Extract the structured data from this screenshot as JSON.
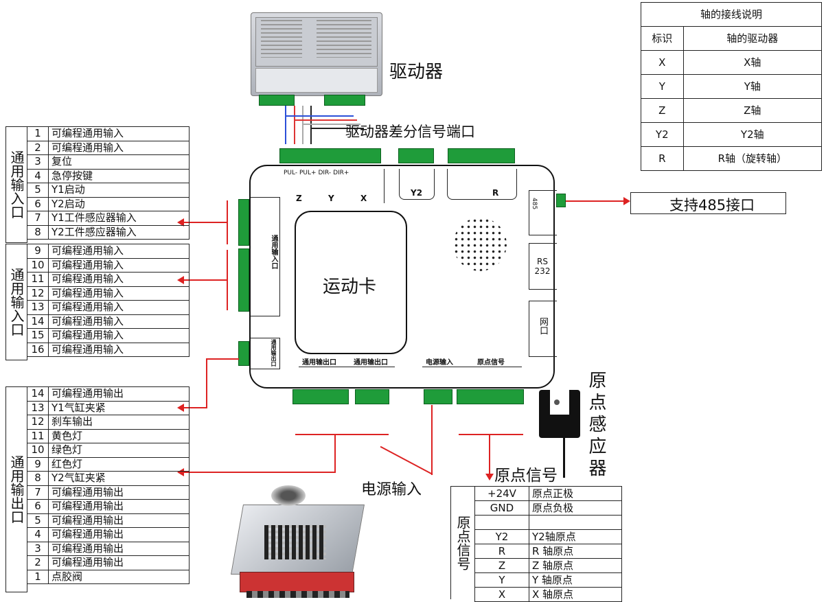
{
  "labels": {
    "driver": "驱动器",
    "diff_port": "驱动器差分信号端口",
    "motion_card": "运动卡",
    "rs485_support": "支持485接口",
    "power_input": "电源输入",
    "origin_signal": "原点信号",
    "origin_sensor": "原点感应器",
    "rs232": "RS 232",
    "net_port": "网口",
    "port_485": "485",
    "general_input_port": "通用输入口",
    "general_output_port": "通用输出口",
    "power_input_small": "电源输入",
    "origin_signal_small": "原点信号"
  },
  "input_table_1": {
    "side_label": "通用输入口",
    "rows": [
      {
        "n": "1",
        "t": "可编程通用输入"
      },
      {
        "n": "2",
        "t": "可编程通用输入"
      },
      {
        "n": "3",
        "t": "复位"
      },
      {
        "n": "4",
        "t": "急停按键"
      },
      {
        "n": "5",
        "t": "Y1启动"
      },
      {
        "n": "6",
        "t": "Y2启动"
      },
      {
        "n": "7",
        "t": "Y1工件感应器输入"
      },
      {
        "n": "8",
        "t": "Y2工件感应器输入"
      }
    ]
  },
  "input_table_2": {
    "side_label": "通用输入口",
    "rows": [
      {
        "n": "9",
        "t": "可编程通用输入"
      },
      {
        "n": "10",
        "t": "可编程通用输入"
      },
      {
        "n": "11",
        "t": "可编程通用输入"
      },
      {
        "n": "12",
        "t": "可编程通用输入"
      },
      {
        "n": "13",
        "t": "可编程通用输入"
      },
      {
        "n": "14",
        "t": "可编程通用输入"
      },
      {
        "n": "15",
        "t": "可编程通用输入"
      },
      {
        "n": "16",
        "t": "可编程通用输入"
      }
    ]
  },
  "output_table": {
    "side_label": "通用输出口",
    "rows": [
      {
        "n": "14",
        "t": "可编程通用输出"
      },
      {
        "n": "13",
        "t": "Y1气缸夹紧"
      },
      {
        "n": "12",
        "t": "刹车输出"
      },
      {
        "n": "11",
        "t": "黄色灯"
      },
      {
        "n": "10",
        "t": "绿色灯"
      },
      {
        "n": "9",
        "t": "红色灯"
      },
      {
        "n": "8",
        "t": "Y2气缸夹紧"
      },
      {
        "n": "7",
        "t": "可编程通用输出"
      },
      {
        "n": "6",
        "t": "可编程通用输出"
      },
      {
        "n": "5",
        "t": "可编程通用输出"
      },
      {
        "n": "4",
        "t": "可编程通用输出"
      },
      {
        "n": "3",
        "t": "可编程通用输出"
      },
      {
        "n": "2",
        "t": "可编程通用输出"
      },
      {
        "n": "1",
        "t": "点胶阀"
      }
    ]
  },
  "axis_table": {
    "title": "轴的接线说明",
    "headers": [
      "标识",
      "轴的驱动器"
    ],
    "rows": [
      [
        "X",
        "X轴"
      ],
      [
        "Y",
        "Y轴"
      ],
      [
        "Z",
        "Z轴"
      ],
      [
        "Y2",
        "Y2轴"
      ],
      [
        "R",
        "R轴（旋转轴）"
      ]
    ]
  },
  "origin_table": {
    "side_label": "原点信号",
    "rows": [
      [
        "+24V",
        "原点正极"
      ],
      [
        "GND",
        "原点负极"
      ],
      [
        "",
        ""
      ],
      [
        "Y2",
        "Y2轴原点"
      ],
      [
        "R",
        "R 轴原点"
      ],
      [
        "Z",
        "Z 轴原点"
      ],
      [
        "Y",
        "Y 轴原点"
      ],
      [
        "X",
        "X 轴原点"
      ]
    ]
  },
  "axis_groups": [
    "Z",
    "Y",
    "X",
    "Y2",
    "R"
  ],
  "pin_labels": [
    "PUL-",
    "PUL+",
    "DIR-",
    "DIR+"
  ],
  "colors": {
    "terminal": "#1f9c3a",
    "arrow": "#d22222",
    "line": "#222222"
  }
}
